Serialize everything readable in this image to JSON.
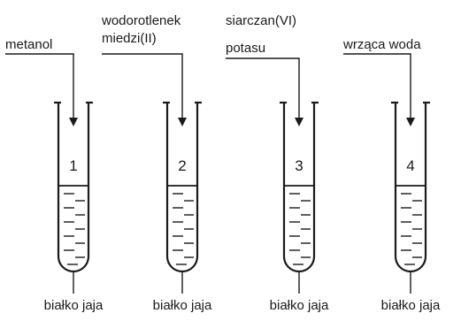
{
  "figure": {
    "tubes": [
      {
        "number": "1",
        "reagent_lines": [
          "metanol"
        ],
        "bottom_label": "białko jaja"
      },
      {
        "number": "2",
        "reagent_lines": [
          "wodorotlenek",
          "miedzi(II)"
        ],
        "bottom_label": "białko jaja"
      },
      {
        "number": "3",
        "reagent_lines": [
          "siarczan(VI)",
          "potasu"
        ],
        "bottom_label": "białko jaja"
      },
      {
        "number": "4",
        "reagent_lines": [
          "wrząca woda"
        ],
        "bottom_label": "białko jaja"
      }
    ]
  },
  "colors": {
    "stroke": "#1a1a1a",
    "background": "#ffffff"
  }
}
